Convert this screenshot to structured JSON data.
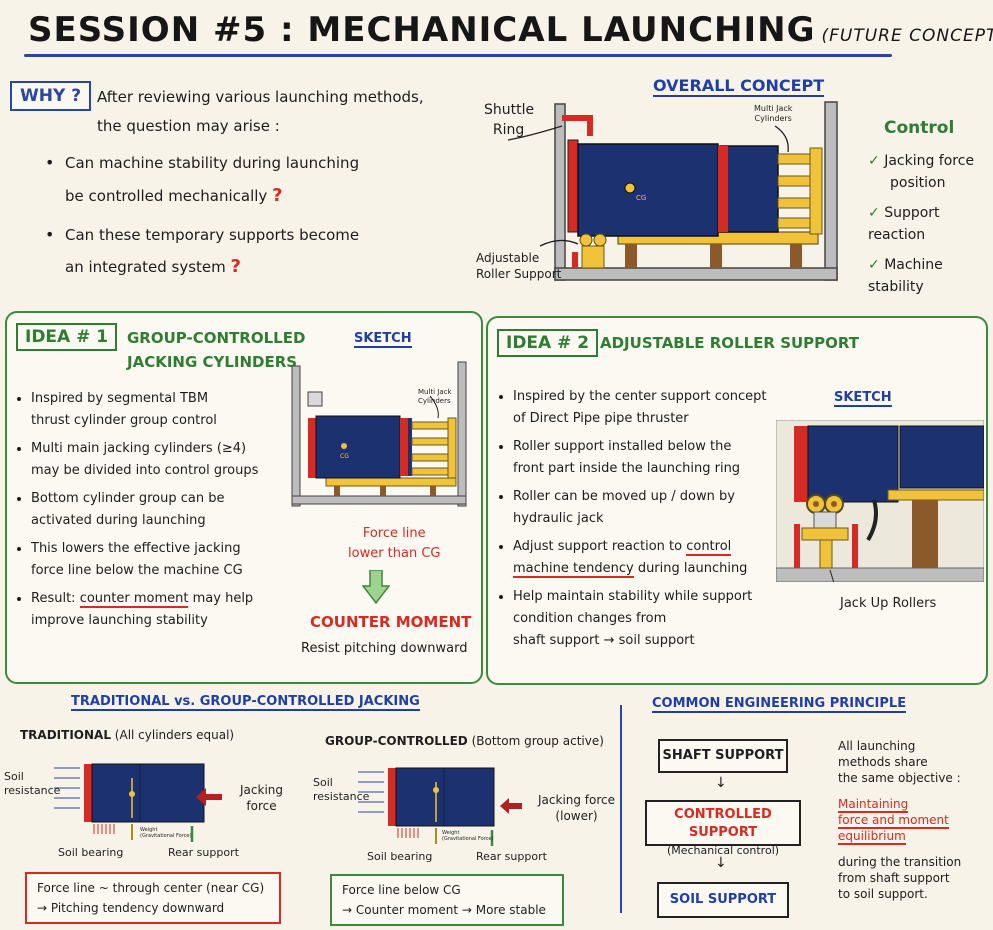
{
  "title": {
    "main": "SESSION #5 : MECHANICAL LAUNCHING",
    "sub": "(FUTURE CONCEPT)"
  },
  "why": {
    "label": "WHY ?",
    "intro_1": "After reviewing various launching methods,",
    "intro_2": "the question may arise :",
    "q1_a": "Can machine stability during launching",
    "q1_b": "be controlled mechanically",
    "q2_a": "Can these temporary supports become",
    "q2_b": "an integrated system",
    "qmark": "?"
  },
  "overall": {
    "heading": "OVERALL CONCEPT",
    "shuttle_ring": "Shuttle Ring",
    "shuttle_1": "Shuttle",
    "shuttle_2": "Ring",
    "multi_jack_1": "Multi Jack",
    "multi_jack_2": "Cylinders",
    "adjustable_1": "Adjustable",
    "adjustable_2": "Roller Support",
    "cg": "CG",
    "control_heading": "Control",
    "control_1a": "Jacking force",
    "control_1b": "position",
    "control_2": "Support reaction",
    "control_3": "Machine stability",
    "check": "✓"
  },
  "idea1": {
    "tag": "IDEA # 1",
    "heading_1": "GROUP-CONTROLLED",
    "heading_2": "JACKING CYLINDERS",
    "sketch": "SKETCH",
    "b1a": "Inspired by segmental TBM",
    "b1b": "thrust cylinder group control",
    "b2a": "Multi main jacking cylinders (≥4)",
    "b2b": "may be divided into control groups",
    "b3a": "Bottom cylinder group can be",
    "b3b": "activated during launching",
    "b4a": "This lowers the effective jacking",
    "b4b": "force line below the machine CG",
    "b5_pre": "Result:",
    "b5_ul": "counter moment",
    "b5_post": "may help",
    "b5b": "improve launching stability",
    "multi_jack_1": "Multi Jack",
    "multi_jack_2": "Cylinders",
    "cg": "CG",
    "force_line_1": "Force line",
    "force_line_2": "lower than CG",
    "counter": "COUNTER MOMENT",
    "resist": "Resist pitching downward"
  },
  "idea2": {
    "tag": "IDEA # 2",
    "heading": "ADJUSTABLE ROLLER SUPPORT",
    "sketch": "SKETCH",
    "b1a": "Inspired by the center support concept",
    "b1b": "of Direct Pipe pipe thruster",
    "b2a": "Roller support installed below the",
    "b2b": "front part inside the launching ring",
    "b3a": "Roller can be moved up / down by",
    "b3b": "hydraulic jack",
    "b4_pre": "Adjust support reaction to",
    "b4_ul1": "control",
    "b4_ul2": "machine tendency",
    "b4_post": "during launching",
    "b5a": "Help maintain stability while support",
    "b5b": "condition changes from",
    "b5c": "shaft support → soil support",
    "jack_up": "Jack Up Rollers"
  },
  "compare": {
    "heading": "TRADITIONAL vs. GROUP-CONTROLLED JACKING",
    "trad_title": "TRADITIONAL",
    "trad_sub": "(All cylinders equal)",
    "group_title": "GROUP-CONTROLLED",
    "group_sub": "(Bottom group active)",
    "soil_res_1": "Soil",
    "soil_res_2": "resistance",
    "jacking_1": "Jacking",
    "jacking_2": "force",
    "jacking_lower_1": "Jacking force",
    "jacking_lower_2": "(lower)",
    "weight_1": "Weight",
    "weight_2": "(Gravitational Force)",
    "soil_bearing": "Soil bearing",
    "rear_support": "Rear support",
    "trad_box_1": "Force line ~ through center (near CG)",
    "trad_box_2": "→ Pitching tendency downward",
    "group_box_1": "Force line below CG",
    "group_box_2": "→ Counter moment → More stable"
  },
  "principle": {
    "heading": "COMMON ENGINEERING PRINCIPLE",
    "shaft": "SHAFT SUPPORT",
    "controlled": "CONTROLLED SUPPORT",
    "controlled_sub": "(Mechanical control)",
    "soil": "SOIL SUPPORT",
    "t1": "All launching",
    "t2": "methods share",
    "t3": "the same objective :",
    "r1": "Maintaining",
    "r2": "force and moment",
    "r3": "equilibrium",
    "t4": "during the transition",
    "t5": "from shaft support",
    "t6": "to soil support."
  },
  "colors": {
    "blue": "#1f3fa6",
    "red": "#d62a24",
    "green": "#2e7d32",
    "machine": "#1c3270",
    "yellow": "#f0c33a"
  }
}
